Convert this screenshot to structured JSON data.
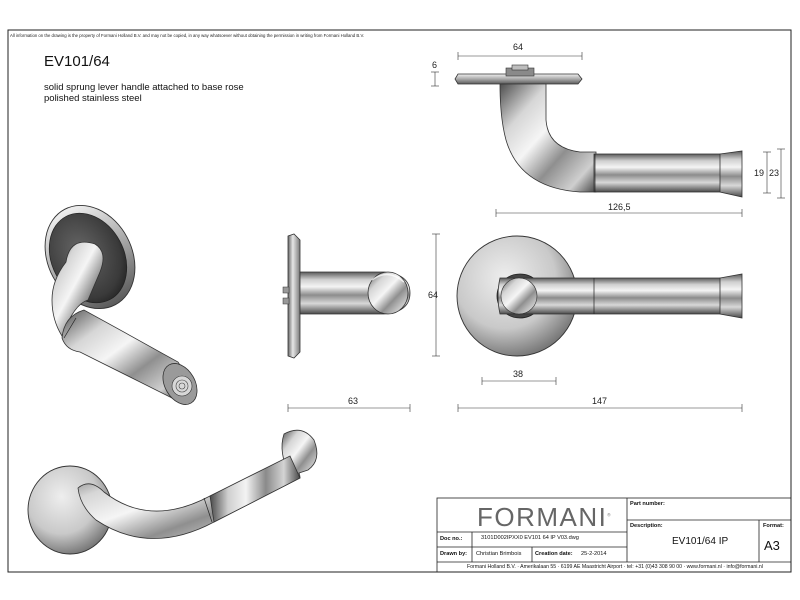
{
  "drawing": {
    "disclaimer": "All information on the drawing is the property of Formani Holland B.V. and may not be copied, in any way whatsoever without obtaining the permission in writing from Formani Holland B.V.",
    "title": "EV101/64",
    "description_line1": "solid sprung lever handle attached to base rose",
    "description_line2": "polished stainless steel",
    "dimensions": {
      "rose_thickness": "6",
      "top_width": "64",
      "end_diameter_inner": "19",
      "end_diameter_outer": "23",
      "top_length": "126,5",
      "rose_diameter": "64",
      "side_projection": "63",
      "rose_offset": "38",
      "front_length": "147"
    }
  },
  "titleblock": {
    "brand": "FORMANI",
    "brand_mark": "®",
    "part_number_label": "Part number:",
    "part_number_value": "",
    "description_label": "Description:",
    "description_value": "EV101/64 IP",
    "format_label": "Format:",
    "format_value": "A3",
    "doc_no_label": "Doc no.:",
    "doc_no_value": "3101D002IPXX0 EV101 64 IP V03.dwg",
    "drawn_by_label": "Drawn by:",
    "drawn_by_value": "Christian Brimbois",
    "creation_date_label": "Creation date:",
    "creation_date_value": "25-2-2014",
    "footer": "Formani Holland B.V. · Amerikalaan 55 · 6199 AE Maastricht Airport · tel: +31 (0)43 308 90 00 · www.formani.nl · info@formani.nl"
  }
}
